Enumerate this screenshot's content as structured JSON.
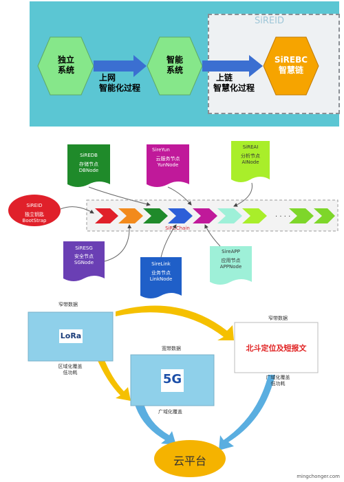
{
  "top": {
    "hex1": [
      "独立",
      "系统"
    ],
    "hex2": [
      "智能",
      "系统"
    ],
    "hex3": [
      "SiREBC",
      "智慧链"
    ],
    "arrow1": [
      "上网",
      "智能化过程"
    ],
    "arrow2": [
      "上链",
      "智慧化过程"
    ],
    "box_title": "SiREID"
  },
  "middle": {
    "chain_label": "SiREChain",
    "dots": "· · · ·",
    "nodes": {
      "sireid": [
        "SiREID",
        "独立钥匙",
        "BootStrap"
      ],
      "siredb": [
        "SiREDB",
        "存储节点",
        "DBNode"
      ],
      "sireyun": [
        "SireYun",
        "云服务节点",
        "YunNode"
      ],
      "sireai": [
        "SiREAI",
        "分析节点",
        "AINode"
      ],
      "siresg": [
        "SiRESG",
        "安全节点",
        "SGNode"
      ],
      "sirelink": [
        "SireLink",
        "业务节点",
        "LinkNode"
      ],
      "sireapp": [
        "SireAPP",
        "应用节点",
        "APPNode"
      ]
    }
  },
  "bottom": {
    "lora": {
      "title": "窄带数据",
      "logo": "LoRa",
      "caption": [
        "区域化覆盖",
        "低功耗"
      ]
    },
    "beidou": {
      "title": "窄带数据",
      "text": "北斗定位及短报文",
      "caption": [
        "广域化覆盖",
        "低功耗"
      ]
    },
    "fiveg": {
      "title": "宽带数据",
      "logo": "5G",
      "caption": [
        "广域化覆盖"
      ]
    },
    "cloud": "云平台"
  },
  "watermark": "mingchonger.com",
  "colors": {
    "top_bg": "#5bc6d3",
    "hex_green": "#86e78a",
    "hex_orange": "#f6a400",
    "arrow_blue": "#3b6fd1",
    "lora_blue": "#8fd0ea",
    "cloud_orange": "#f5b300",
    "beidou_red": "#e02020"
  }
}
